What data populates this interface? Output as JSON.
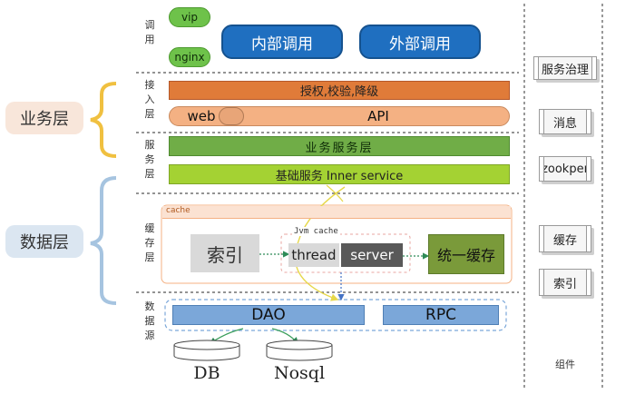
{
  "top_row": {
    "label": "调用",
    "vip": "vip",
    "nginx": "nginx",
    "internal_call": "内部调用",
    "external_call": "外部调用"
  },
  "access_layer": {
    "label": "接入层",
    "auth_bar": "授权,校验,降级",
    "web": "web",
    "api": "API"
  },
  "service_layer": {
    "label": "服务层",
    "business_service": "业务服务层",
    "basic_service": "基础服务 Inner service"
  },
  "cache_layer": {
    "label": "缓存层",
    "cache_title": "cache",
    "index": "索引",
    "jvm_cache": "Jvm cache",
    "thread": "thread",
    "server": "server",
    "unified_cache": "统一缓存"
  },
  "data_source": {
    "label": "数据源",
    "dao": "DAO",
    "rpc": "RPC",
    "db": "DB",
    "nosql": "Nosql"
  },
  "left_labels": {
    "business_layer": "业务层",
    "data_layer": "数据层"
  },
  "components": {
    "items": [
      "服务治理",
      "消息",
      "zookper",
      "缓存",
      "索引"
    ],
    "footer": "组件"
  },
  "colors": {
    "orange": "#e07b39",
    "peach": "#f4b183",
    "green": "#70ad47",
    "lime": "#a4d233",
    "blue": "#7ba7d9",
    "dark_blue_btn": "#1f6fc0",
    "olive": "#7a9a3a",
    "cache_border": "#f4b183",
    "brace_yellow": "#f0c040",
    "brace_blue": "#a6c4e0"
  }
}
